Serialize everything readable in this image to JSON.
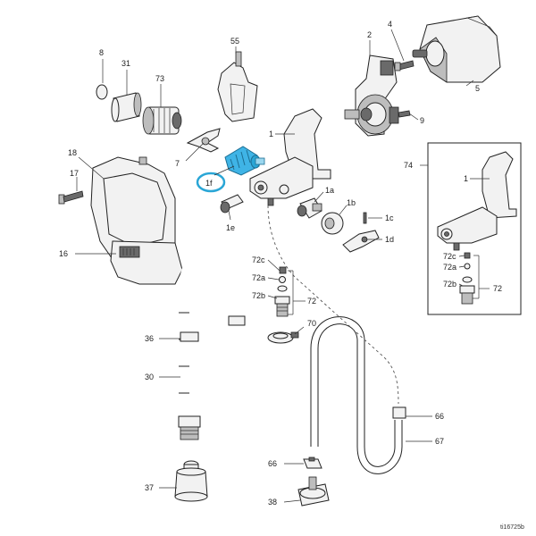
{
  "labels": {
    "l8": "8",
    "l31": "31",
    "l73": "73",
    "l55": "55",
    "l2": "2",
    "l4": "4",
    "l5": "5",
    "l9": "9",
    "l1": "1",
    "l18": "18",
    "l7": "7",
    "l1f": "1f",
    "l17": "17",
    "l1e": "1e",
    "l1a": "1a",
    "l1b": "1b",
    "l1c": "1c",
    "l1d": "1d",
    "l16": "16",
    "l74": "74",
    "l1_inset": "1",
    "l72c": "72c",
    "l72a": "72a",
    "l72b": "72b",
    "l72": "72",
    "l72c_inset": "72c",
    "l72a_inset": "72a",
    "l72b_inset": "72b",
    "l72_inset": "72",
    "l70": "70",
    "l36": "36",
    "l30": "30",
    "l66a": "66",
    "l67": "67",
    "l66b": "66",
    "l37": "37",
    "l38": "38"
  },
  "footer": {
    "figure_id": "ti16725b"
  },
  "colors": {
    "highlight": "#2aa6d6",
    "highlight_part": "#3fb4e6",
    "line": "#222222"
  }
}
